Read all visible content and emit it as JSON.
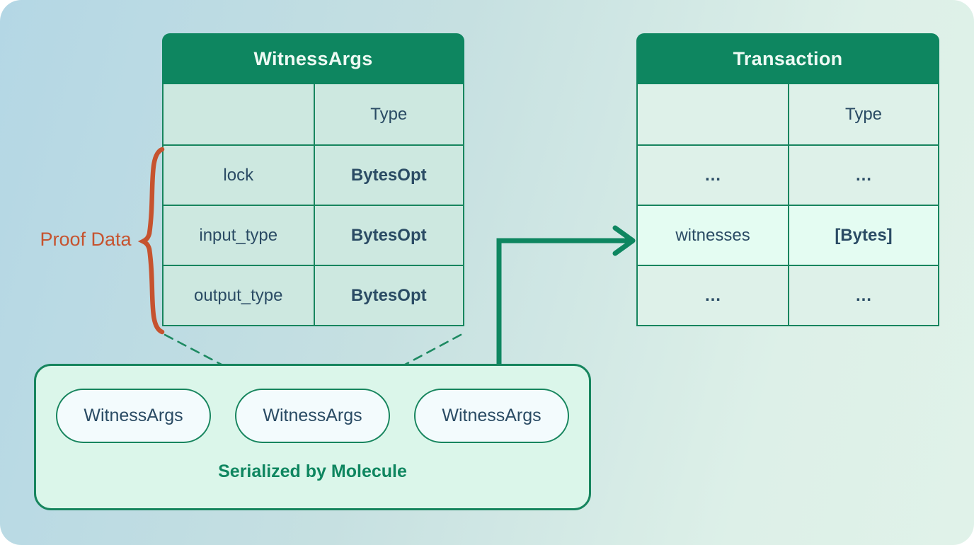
{
  "witness_args_table": {
    "title": "WitnessArgs",
    "type_header": "Type",
    "rows": [
      {
        "field": "lock",
        "type": "BytesOpt"
      },
      {
        "field": "input_type",
        "type": "BytesOpt"
      },
      {
        "field": "output_type",
        "type": "BytesOpt"
      }
    ]
  },
  "transaction_table": {
    "title": "Transaction",
    "type_header": "Type",
    "rows": [
      {
        "field": "…",
        "type": "…"
      },
      {
        "field": "witnesses",
        "type": "[Bytes]",
        "highlighted": true
      },
      {
        "field": "…",
        "type": "…"
      }
    ]
  },
  "proof_data_label": "Proof Data",
  "serialized_box": {
    "pills": [
      "WitnessArgs",
      "WitnessArgs",
      "WitnessArgs"
    ],
    "caption": "Serialized by Molecule"
  },
  "colors": {
    "header_green": "#0e8660",
    "border_green": "#17855e",
    "arrow_green": "#0e8660",
    "text_dark": "#2a4b64",
    "accent_orange": "#c6532f",
    "highlight_mint": "#e4fcf2",
    "box_mint": "#dbf6ea",
    "bg_top_left": "#b4d7e5",
    "bg_bottom_right": "#e0f2e9"
  }
}
